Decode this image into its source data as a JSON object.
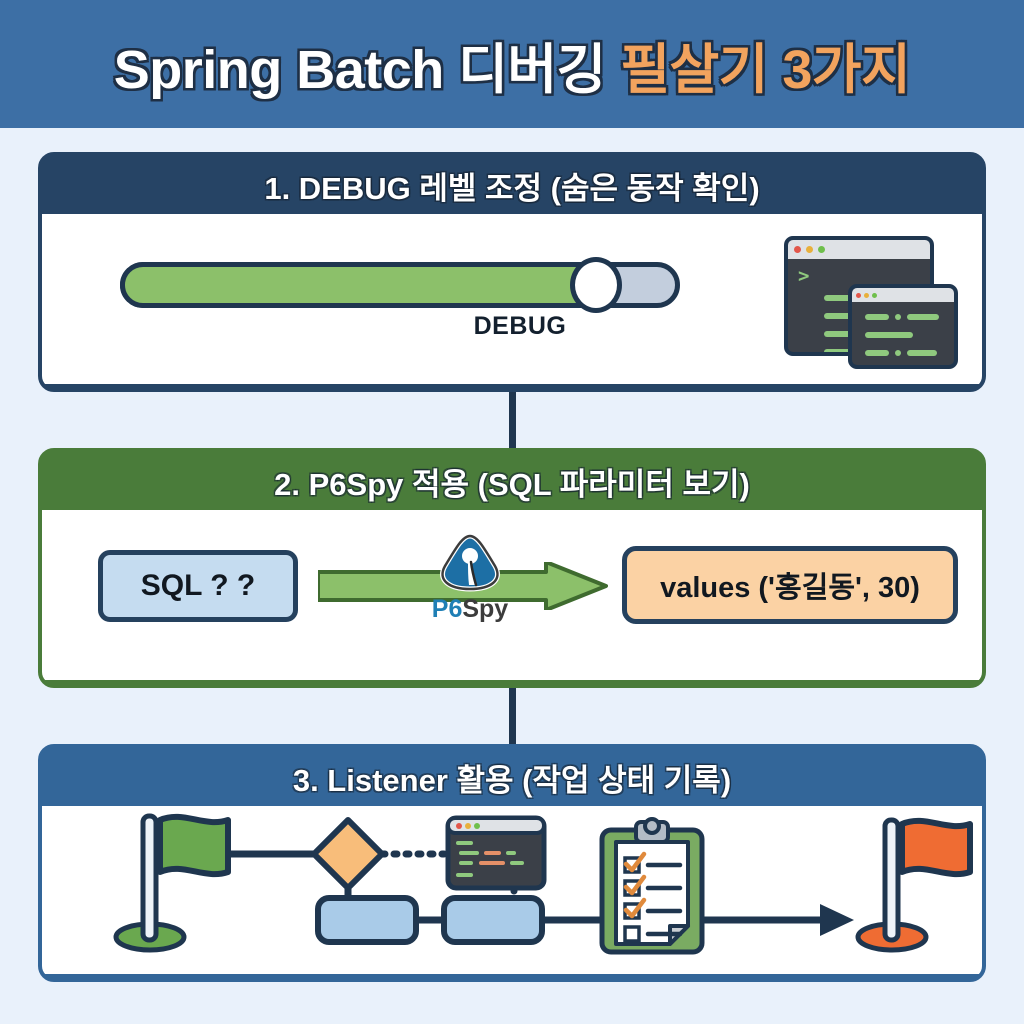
{
  "title": {
    "main": "Spring Batch 디버깅 ",
    "highlight": "필살기 3가지"
  },
  "colors": {
    "page_background": "#e9f1fb",
    "title_bar": "#3d6fa5",
    "title_highlight": "#f2a35e",
    "card1_header": "#264465",
    "card2_header": "#4a7c3a",
    "card3_header": "#336699",
    "outline": "#1f364f",
    "slider_fill": "#8cc06a",
    "slider_rest": "#c3cedd",
    "sql_box": "#c5dcf0",
    "values_box": "#fbd2a4",
    "flag_start": "#6aa84f",
    "flag_end": "#ef6c33",
    "diamond": "#f8bd7a",
    "process_box": "#a9cbe8"
  },
  "cards": [
    {
      "id": "card1",
      "header": "1. DEBUG 레벨 조정 (숨은 동작 확인)",
      "slider": {
        "label": "DEBUG",
        "fill_percent": 86,
        "knob_percent": 86
      },
      "terminal": {
        "prompt": ">",
        "window_dots": [
          "red",
          "yellow",
          "green"
        ],
        "code_line_count": 6
      }
    },
    {
      "id": "card2",
      "header": "2. P6Spy 적용 (SQL 파라미터 보기)",
      "input_label": "SQL ? ?",
      "logo": {
        "prefix": "P6",
        "suffix": "Spy"
      },
      "output_label": "values ('홍길동', 30)"
    },
    {
      "id": "card3",
      "header": "3. Listener 활용 (작업 상태 기록)",
      "flow": {
        "start_flag": "green-flag",
        "decision": "diamond-decision-node",
        "code_window": "code-window",
        "process_boxes": 2,
        "checklist": {
          "items_total": 4,
          "items_checked": 3
        },
        "end_flag": "orange-flag"
      }
    }
  ]
}
